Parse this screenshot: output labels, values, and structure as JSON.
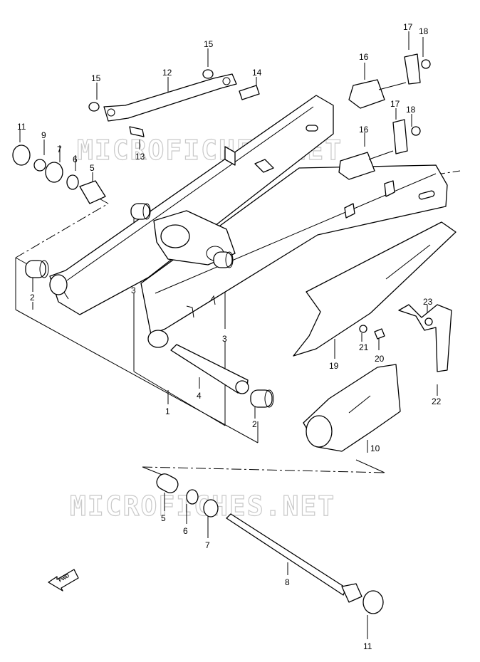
{
  "diagram": {
    "watermark_text": "MICROFICHES.NET",
    "direction_label": "FWD",
    "callouts": [
      "1",
      "2",
      "2",
      "3",
      "3",
      "4",
      "5",
      "5",
      "6",
      "6",
      "7",
      "7",
      "8",
      "9",
      "10",
      "11",
      "11",
      "12",
      "13",
      "14",
      "15",
      "15",
      "16",
      "16",
      "17",
      "17",
      "18",
      "18",
      "19",
      "20",
      "21",
      "22",
      "23"
    ]
  }
}
